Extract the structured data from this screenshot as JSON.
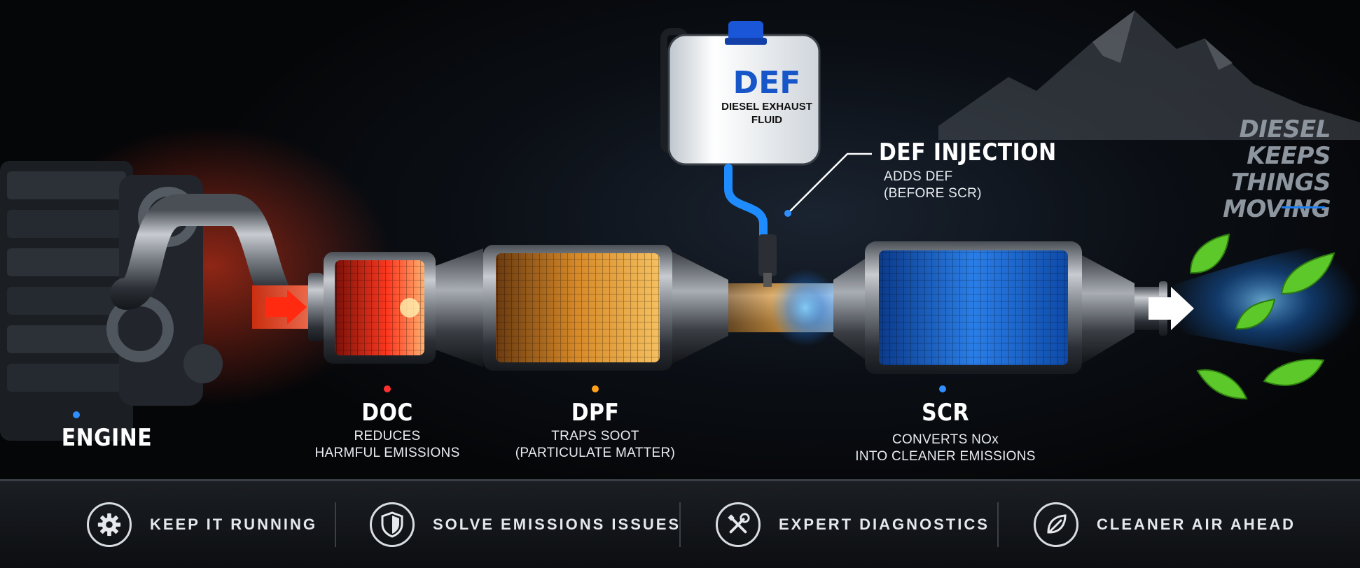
{
  "stages": {
    "engine": {
      "title": "ENGINE",
      "dot_color": "#2f8fff"
    },
    "doc": {
      "title": "DOC",
      "line1": "REDUCES",
      "line2": "HARMFUL  EMISSIONS",
      "dot_color": "#ff3030"
    },
    "dpf": {
      "title": "DPF",
      "line1": "TRAPS SOOT",
      "line2": "(PARTICULATE MATTER)",
      "dot_color": "#ffa018"
    },
    "def_injection": {
      "title": "DEF INJECTION",
      "line1": "ADDS DEF",
      "line2": "(BEFORE SCR)",
      "dot_color": "#2f8fff"
    },
    "scr": {
      "title": "SCR",
      "line1": "CONVERTS NOx",
      "line2": "INTO CLEANER EMISSIONS",
      "dot_color": "#2f8fff"
    }
  },
  "def_tank": {
    "big": "DEF",
    "line1": "DIESEL EXHAUST",
    "line2": "FLUID"
  },
  "slogan": {
    "line1": "DIESEL",
    "line2": "KEEPS THINGS",
    "line3": "MOVING",
    "accent": "#1e7ef0"
  },
  "features": [
    {
      "label": "KEEP IT RUNNING",
      "icon": "gear-icon"
    },
    {
      "label": "SOLVE EMISSIONS ISSUES",
      "icon": "shield-icon"
    },
    {
      "label": "EXPERT DIAGNOSTICS",
      "icon": "wrench-screwdriver-icon"
    },
    {
      "label": "CLEANER AIR AHEAD",
      "icon": "leaf-icon"
    }
  ],
  "colors": {
    "hot": "#ff3a20",
    "warm": "#ff9a20",
    "cool": "#1e8cff",
    "leaf": "#5cc82a"
  }
}
